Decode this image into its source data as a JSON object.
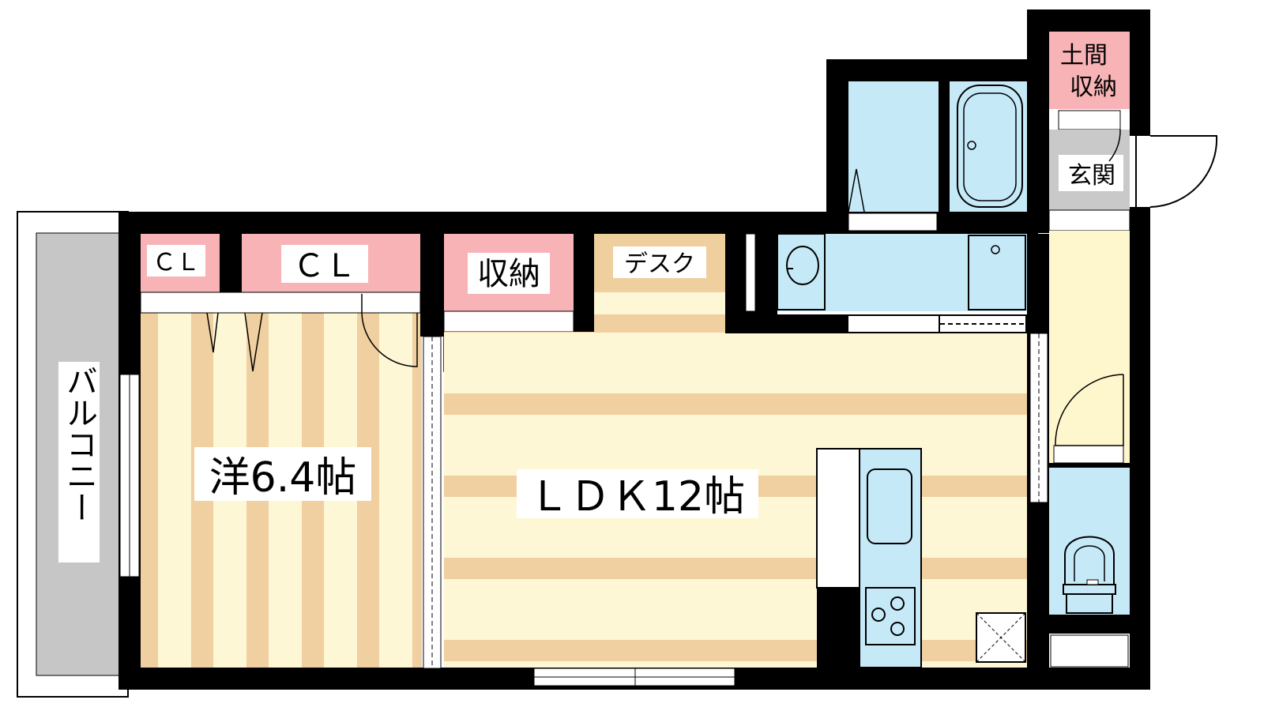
{
  "colors": {
    "wall": "#000000",
    "floor_light": "#fef7d6",
    "floor_stripe": "#f0cfa0",
    "closet": "#f7b3b6",
    "desk": "#efcf9e",
    "wet_area": "#c6e9f7",
    "balcony": "#c6c6c6",
    "entrance": "#c9c9c9",
    "hall": "#fef6cc"
  },
  "rooms": {
    "balcony": "バルコニー",
    "western_room": "洋6.4帖",
    "ldk": "ＬＤＫ12帖",
    "closet_small": "ＣＬ",
    "closet_large": "ＣＬ",
    "storage": "収納",
    "desk": "デスク",
    "doma_storage_line1": "土間",
    "doma_storage_line2": "収納",
    "entrance": "玄関"
  },
  "icons": {
    "bathtub": "bathtub-icon",
    "washbasin": "washbasin-icon",
    "washing_machine": "washing-machine-icon",
    "sink": "kitchen-sink-icon",
    "stove": "gas-stove-icon",
    "toilet": "toilet-icon",
    "refrigerator": "refrigerator-space-icon"
  }
}
